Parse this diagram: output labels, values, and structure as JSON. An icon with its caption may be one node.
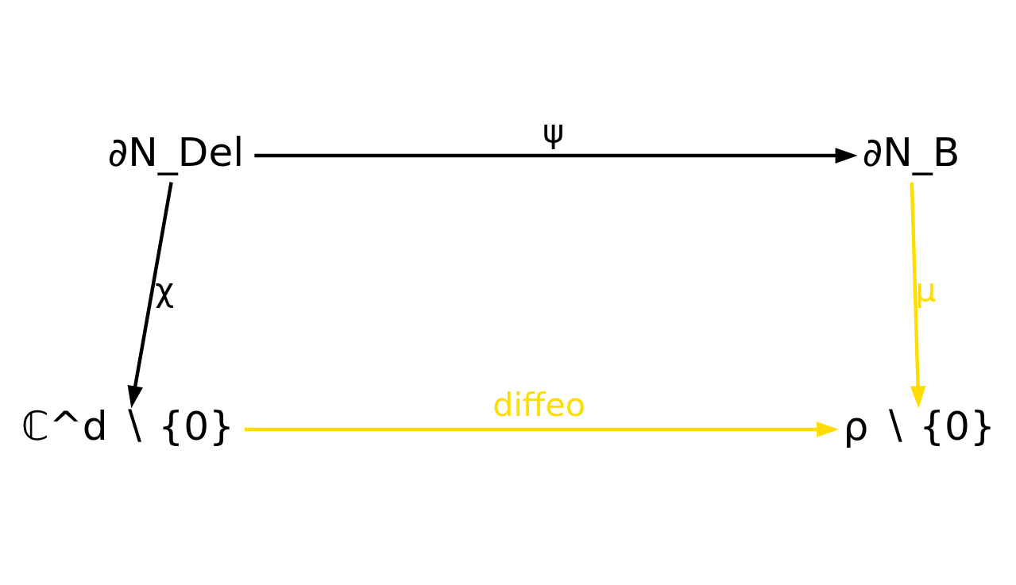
{
  "diagram": {
    "nodes": [
      {
        "text": [
          "∂N_Del"
        ]
      },
      {
        "text": [
          "∂N_B"
        ]
      },
      {
        "text": [
          "ℂ^d ∖ {0}"
        ]
      },
      {
        "text": [
          "ρ ∖ {0}"
        ]
      }
    ],
    "edges": [
      {
        "from": 0,
        "to": 1,
        "arrow": "to",
        "label": "ψ"
      },
      {
        "from": 0,
        "to": 2,
        "arrow": "to",
        "label": "χ"
      },
      {
        "from": 1,
        "to": 3,
        "arrow": "to",
        "label": "μ",
        "color": "#ffdd00"
      },
      {
        "from": 2,
        "to": 3,
        "arrow": "to",
        "label": "diffeo",
        "color": "#ffdd00"
      }
    ]
  }
}
